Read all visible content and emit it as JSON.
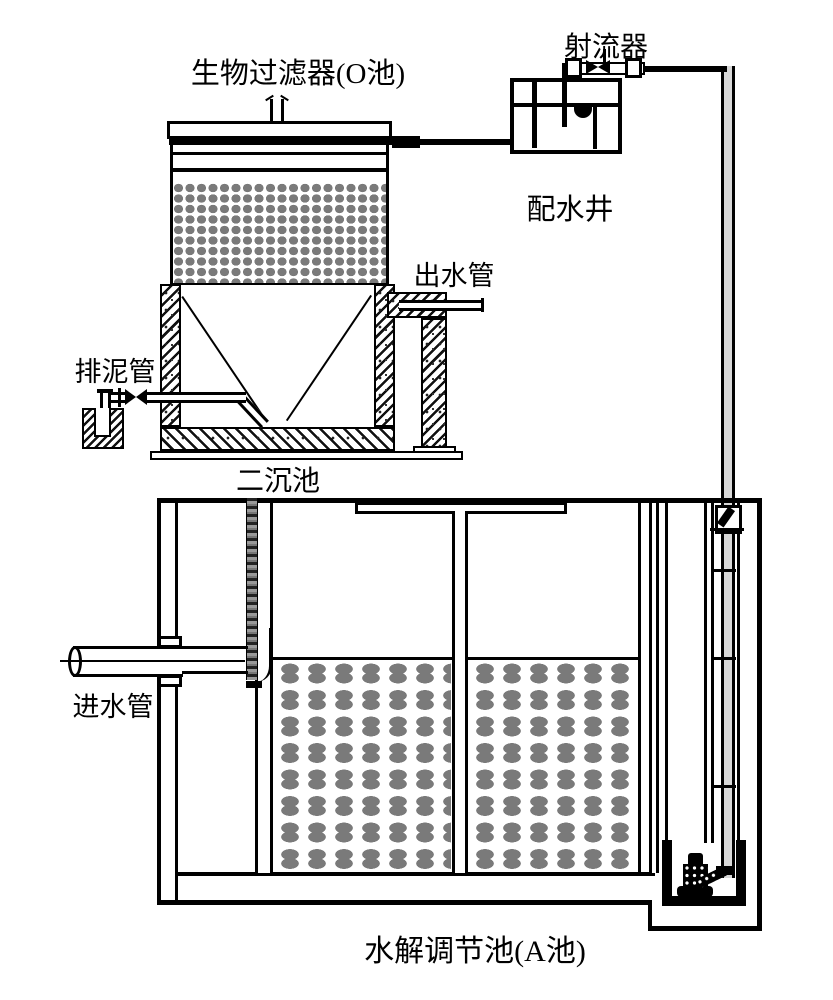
{
  "diagram": {
    "type": "wastewater-treatment-process-schematic",
    "colors": {
      "line": "#000000",
      "media": "#7a7a7a",
      "background": "#ffffff"
    },
    "labels": {
      "bio_filter": "生物过滤器(O池)",
      "jet_device": "射流器",
      "distribution_well": "配水井",
      "outlet_pipe": "出水管",
      "sludge_pipe": "排泥管",
      "secondary_clarifier": "二沉池",
      "inlet_pipe": "进水管",
      "hydrolysis_tank": "水解调节池(A池)"
    }
  }
}
